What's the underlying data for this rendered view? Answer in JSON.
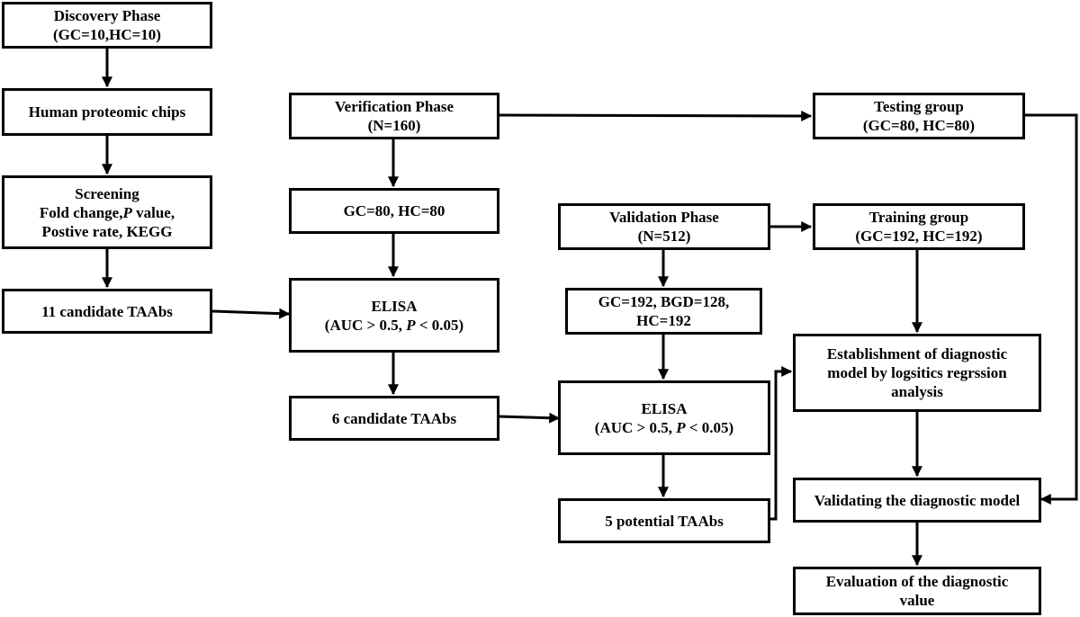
{
  "boxes": {
    "discovery": {
      "lines": [
        "Discovery Phase",
        "(GC=10,HC=10)"
      ]
    },
    "chips": {
      "lines": [
        "Human proteomic chips"
      ]
    },
    "screening": {
      "line1": "Screening",
      "line2a": "Fold change,",
      "line2p": "P",
      "line2b": " value,",
      "line3": "Postive rate, KEGG"
    },
    "candidates11": {
      "lines": [
        "11 candidate TAAbs"
      ]
    },
    "verification": {
      "lines": [
        "Verification Phase",
        "(N=160)"
      ]
    },
    "gc80": {
      "lines": [
        "GC=80, HC=80"
      ]
    },
    "elisa1": {
      "line1": "ELISA",
      "line2a": "(AUC > 0.5, ",
      "line2p": "P",
      "line2b": " < 0.05)"
    },
    "candidates6": {
      "lines": [
        "6 candidate TAAbs"
      ]
    },
    "testing": {
      "lines": [
        "Testing group",
        "(GC=80, HC=80)"
      ]
    },
    "validation": {
      "lines": [
        "Validation Phase",
        "(N=512)"
      ]
    },
    "training": {
      "lines": [
        "Training group",
        "(GC=192, HC=192)"
      ]
    },
    "gc192": {
      "lines": [
        "GC=192, BGD=128,",
        "HC=192"
      ]
    },
    "elisa2": {
      "line1": "ELISA",
      "line2a": "(AUC > 0.5, ",
      "line2p": "P",
      "line2b": " < 0.05)"
    },
    "potential5": {
      "lines": [
        "5 potential TAAbs"
      ]
    },
    "establishment": {
      "lines": [
        "Establishment of diagnostic",
        "model by logsitics regrssion",
        "analysis"
      ]
    },
    "validating": {
      "lines": [
        "Validating the diagnostic model"
      ]
    },
    "evaluation": {
      "lines": [
        "Evaluation of the diagnostic",
        "value"
      ]
    }
  }
}
